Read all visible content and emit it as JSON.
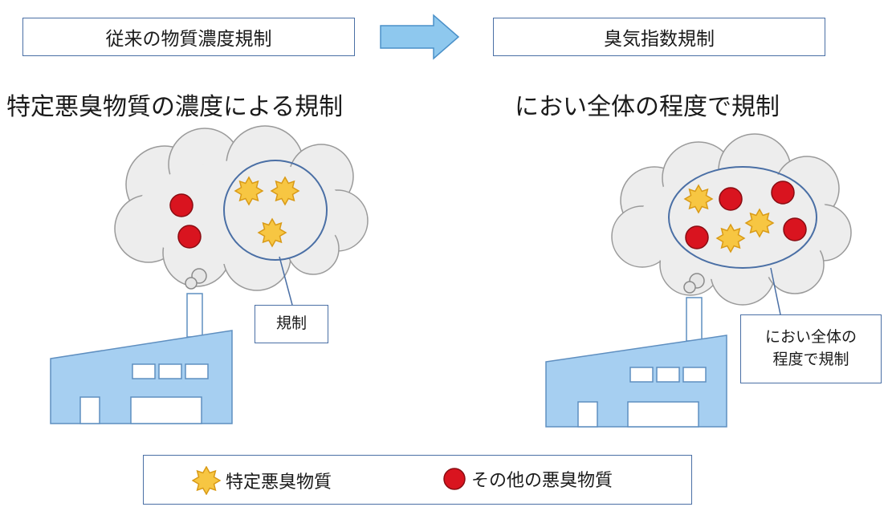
{
  "left": {
    "title": "従来の物質濃度規制",
    "heading": "特定悪臭物質の濃度による規制",
    "callout": "規制"
  },
  "right": {
    "title": "臭気指数規制",
    "heading": "におい全体の程度で規制",
    "callout_line1": "におい全体の",
    "callout_line2": "程度で規制"
  },
  "legend": {
    "star_label": "特定悪臭物質",
    "circle_label": "その他の悪臭物質"
  },
  "colors": {
    "border": "#4a6fa5",
    "arrow": "#8ec8ee",
    "factory": "#a6cff1",
    "cloud": "#ededed",
    "star": "#f7c642",
    "circle": "#d9141f"
  }
}
